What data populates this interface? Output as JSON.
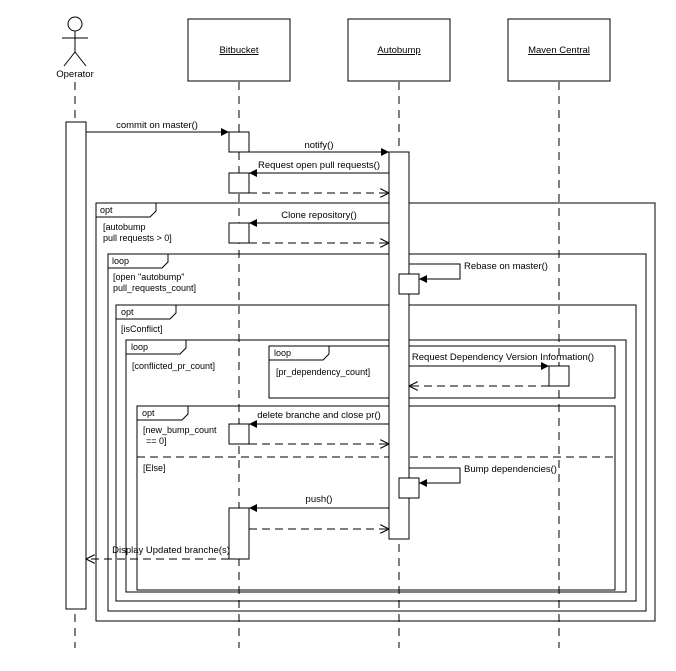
{
  "participants": {
    "operator": "Operator",
    "bitbucket": "Bitbucket",
    "autobump": "Autobump",
    "maven": "Maven Central"
  },
  "messages": {
    "commit": "commit on master()",
    "notify": "notify()",
    "request_prs": "Request open pull requests()",
    "clone": "Clone repository()",
    "rebase": "Rebase on master()",
    "request_dep": "Request Dependency Version Information()",
    "delete_branch": "delete branche and close pr()",
    "bump": "Bump dependencies()",
    "push": "push()",
    "display": "Display Updated branche(s)"
  },
  "fragments": {
    "opt1": {
      "op": "opt",
      "guard_line1": "[autobump",
      "guard_line2": "pull requests > 0]"
    },
    "loop1": {
      "op": "loop",
      "guard_line1": "[open \"autobump\"",
      "guard_line2": "pull_requests_count]"
    },
    "opt2": {
      "op": "opt",
      "guard": "[isConflict]"
    },
    "loop2": {
      "op": "loop",
      "guard": "[conflicted_pr_count]"
    },
    "loop3": {
      "op": "loop",
      "guard": "[pr_dependency_count]"
    },
    "opt3": {
      "op": "opt",
      "guard_line1": "[new_bump_count",
      "guard_line2": "== 0]",
      "else_guard": "[Else]"
    }
  }
}
